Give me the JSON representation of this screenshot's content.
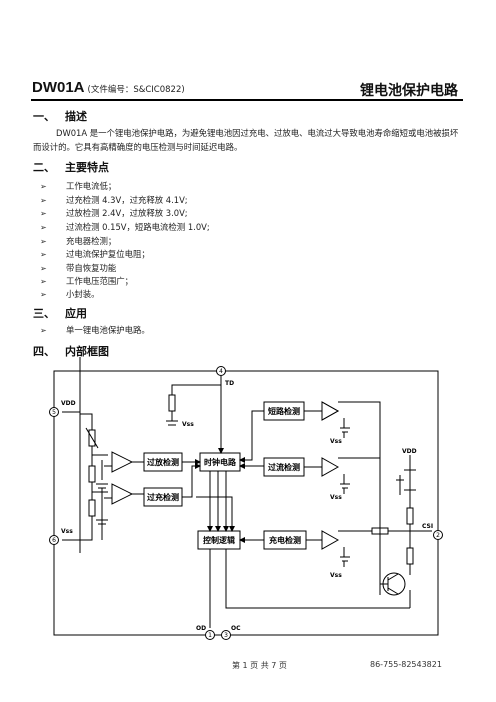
{
  "header": {
    "model": "DW01A",
    "doc_no": "(文件编号：S&CIC0822)",
    "title": "锂电池保护电路"
  },
  "sections": {
    "desc": {
      "num": "一、",
      "title": "描述",
      "line1": "DW01A 是一个锂电池保护电路，为避免锂电池因过充电、过放电、电流过大导致电池寿命缩短或电池被损坏",
      "line2": "而设计的。它具有高精确度的电压检测与时间延迟电路。"
    },
    "features": {
      "num": "二、",
      "title": "主要特点",
      "items": [
        "工作电流低；",
        "过充检测 4.3V，过充释放 4.1V;",
        "过放检测 2.4V，过放释放 3.0V;",
        "过流检测 0.15V，短路电流检测 1.0V;",
        "充电器检测；",
        "过电流保护复位电阻；",
        "带自恢复功能",
        "工作电压范围广；",
        "小封装。"
      ]
    },
    "applications": {
      "num": "三、",
      "title": "应用",
      "items": [
        "单一锂电池保护电路。"
      ]
    },
    "block_diagram": {
      "num": "四、",
      "title": "内部框图"
    }
  },
  "diagram": {
    "pins": {
      "td": {
        "num": "4",
        "label": "TD"
      },
      "vdd": {
        "num": "5",
        "label": "VDD"
      },
      "vss": {
        "num": "6",
        "label": "Vss"
      },
      "csi": {
        "num": "2",
        "label": "CSI"
      },
      "od": {
        "num": "1",
        "label": "OD"
      },
      "oc": {
        "num": "3",
        "label": "OC"
      }
    },
    "blocks": {
      "overdischarge": "过放检测",
      "overcharge": "过充检测",
      "clock": "时钟电路",
      "short": "短路检测",
      "overcurrent": "过流检测",
      "control": "控制逻辑",
      "charger": "充电检测"
    },
    "labels": {
      "vss": "Vss",
      "vdd": "VDD"
    }
  },
  "footer": {
    "page": "第 1 页 共 7 页",
    "phone": "86-755-82543821"
  }
}
